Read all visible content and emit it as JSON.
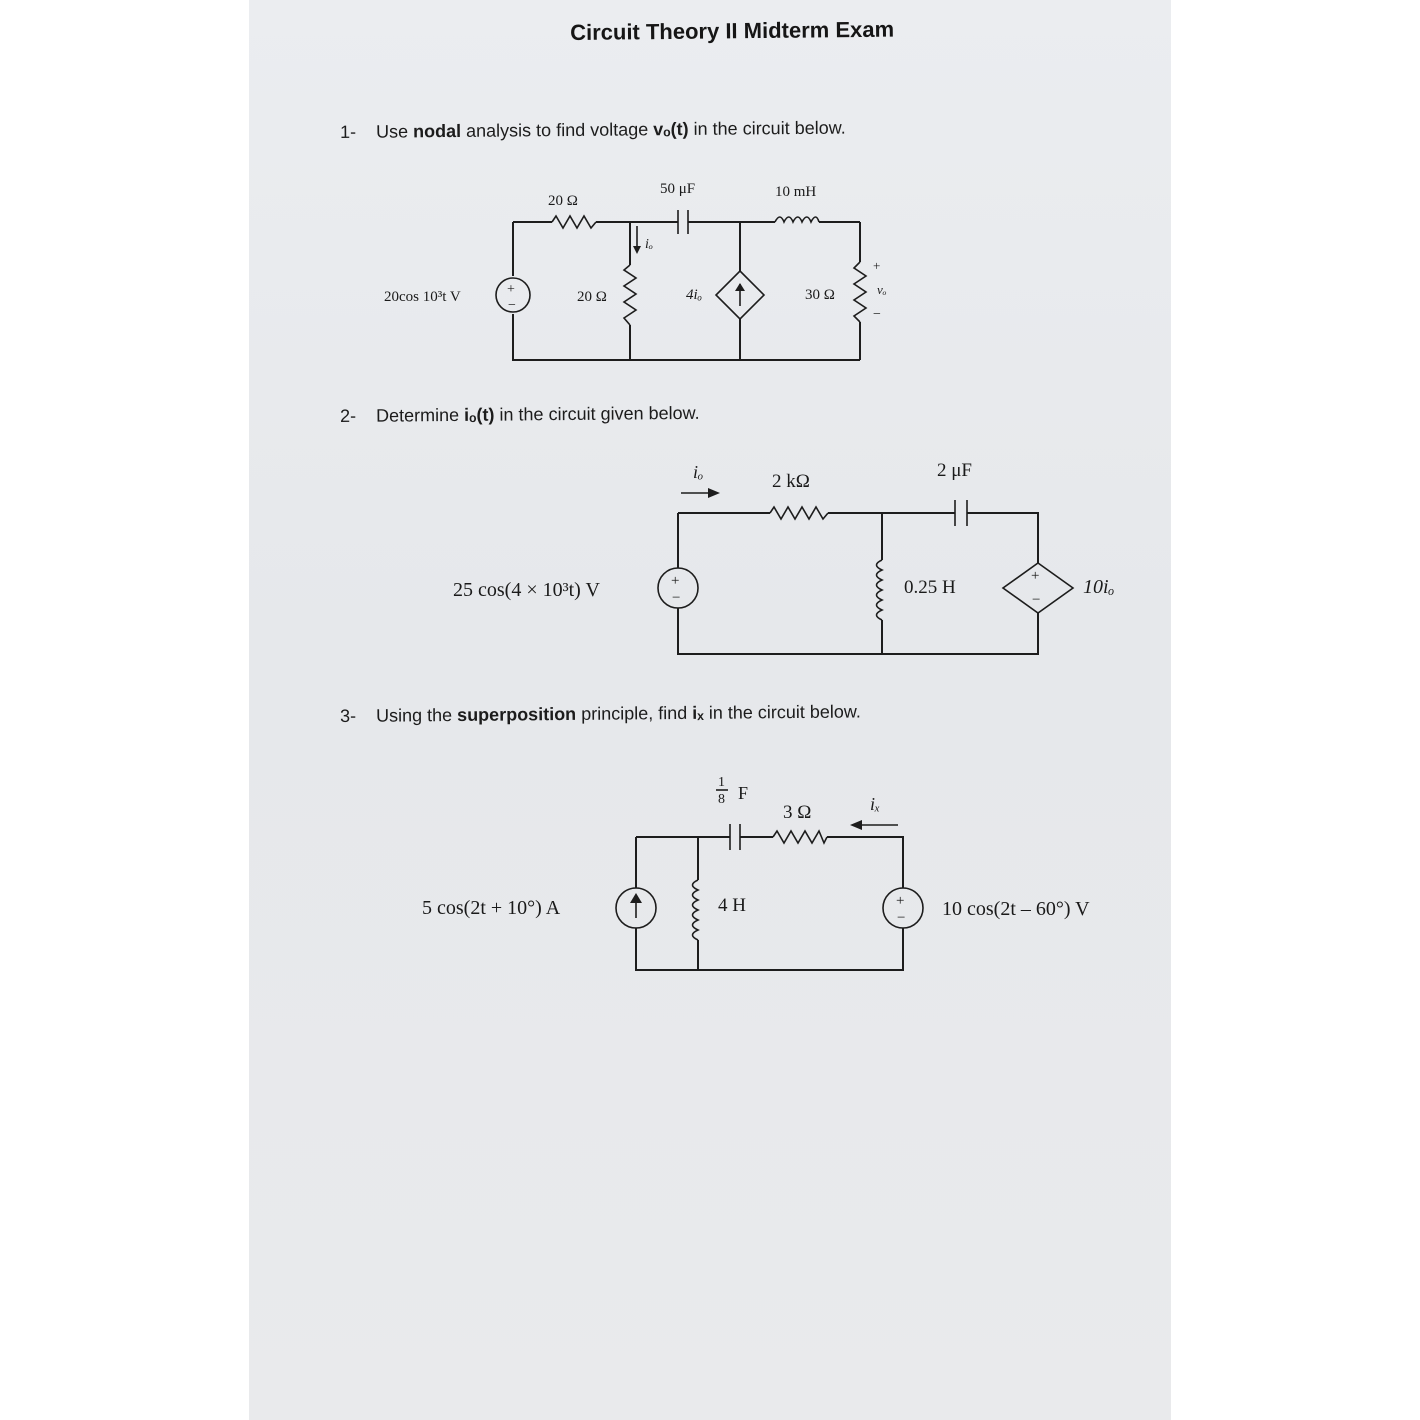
{
  "title": "Circuit Theory II Midterm Exam",
  "questions": [
    {
      "number": "1-",
      "pre": "Use ",
      "bold": "nodal",
      "mid": " analysis to find voltage ",
      "bold2": "vₒ(t)",
      "post": " in the circuit below."
    },
    {
      "number": "2-",
      "pre": "Determine ",
      "bold": "iₒ(t)",
      "post": " in the circuit given below."
    },
    {
      "number": "3-",
      "pre": "Using the ",
      "bold": "superposition",
      "mid": " principle, find ",
      "bold2": "iₓ",
      "post": " in the circuit below."
    }
  ],
  "circuit1": {
    "source": "20cos 10³t V",
    "r_series": "20 Ω",
    "capacitor": "50 μF",
    "inductor": "10 mH",
    "r_shunt": "20 Ω",
    "current_label": "iₒ",
    "dep_source": "4iₒ",
    "r_load": "30 Ω",
    "output": "vₒ",
    "plus": "+",
    "minus": "−"
  },
  "circuit2": {
    "source": "25 cos(4 × 10³t) V",
    "current_label": "iₒ",
    "resistor": "2 kΩ",
    "capacitor": "2 μF",
    "inductor": "0.25 H",
    "dep_source": "10iₒ",
    "plus": "+",
    "minus": "−"
  },
  "circuit3": {
    "current_source": "5 cos(2t + 10°) A",
    "capacitor_num": "1",
    "capacitor_den": "8",
    "capacitor_unit": "F",
    "resistor": "3 Ω",
    "current_label": "iₓ",
    "inductor": "4 H",
    "voltage_source": "10 cos(2t – 60°) V",
    "plus": "+",
    "minus": "−"
  }
}
